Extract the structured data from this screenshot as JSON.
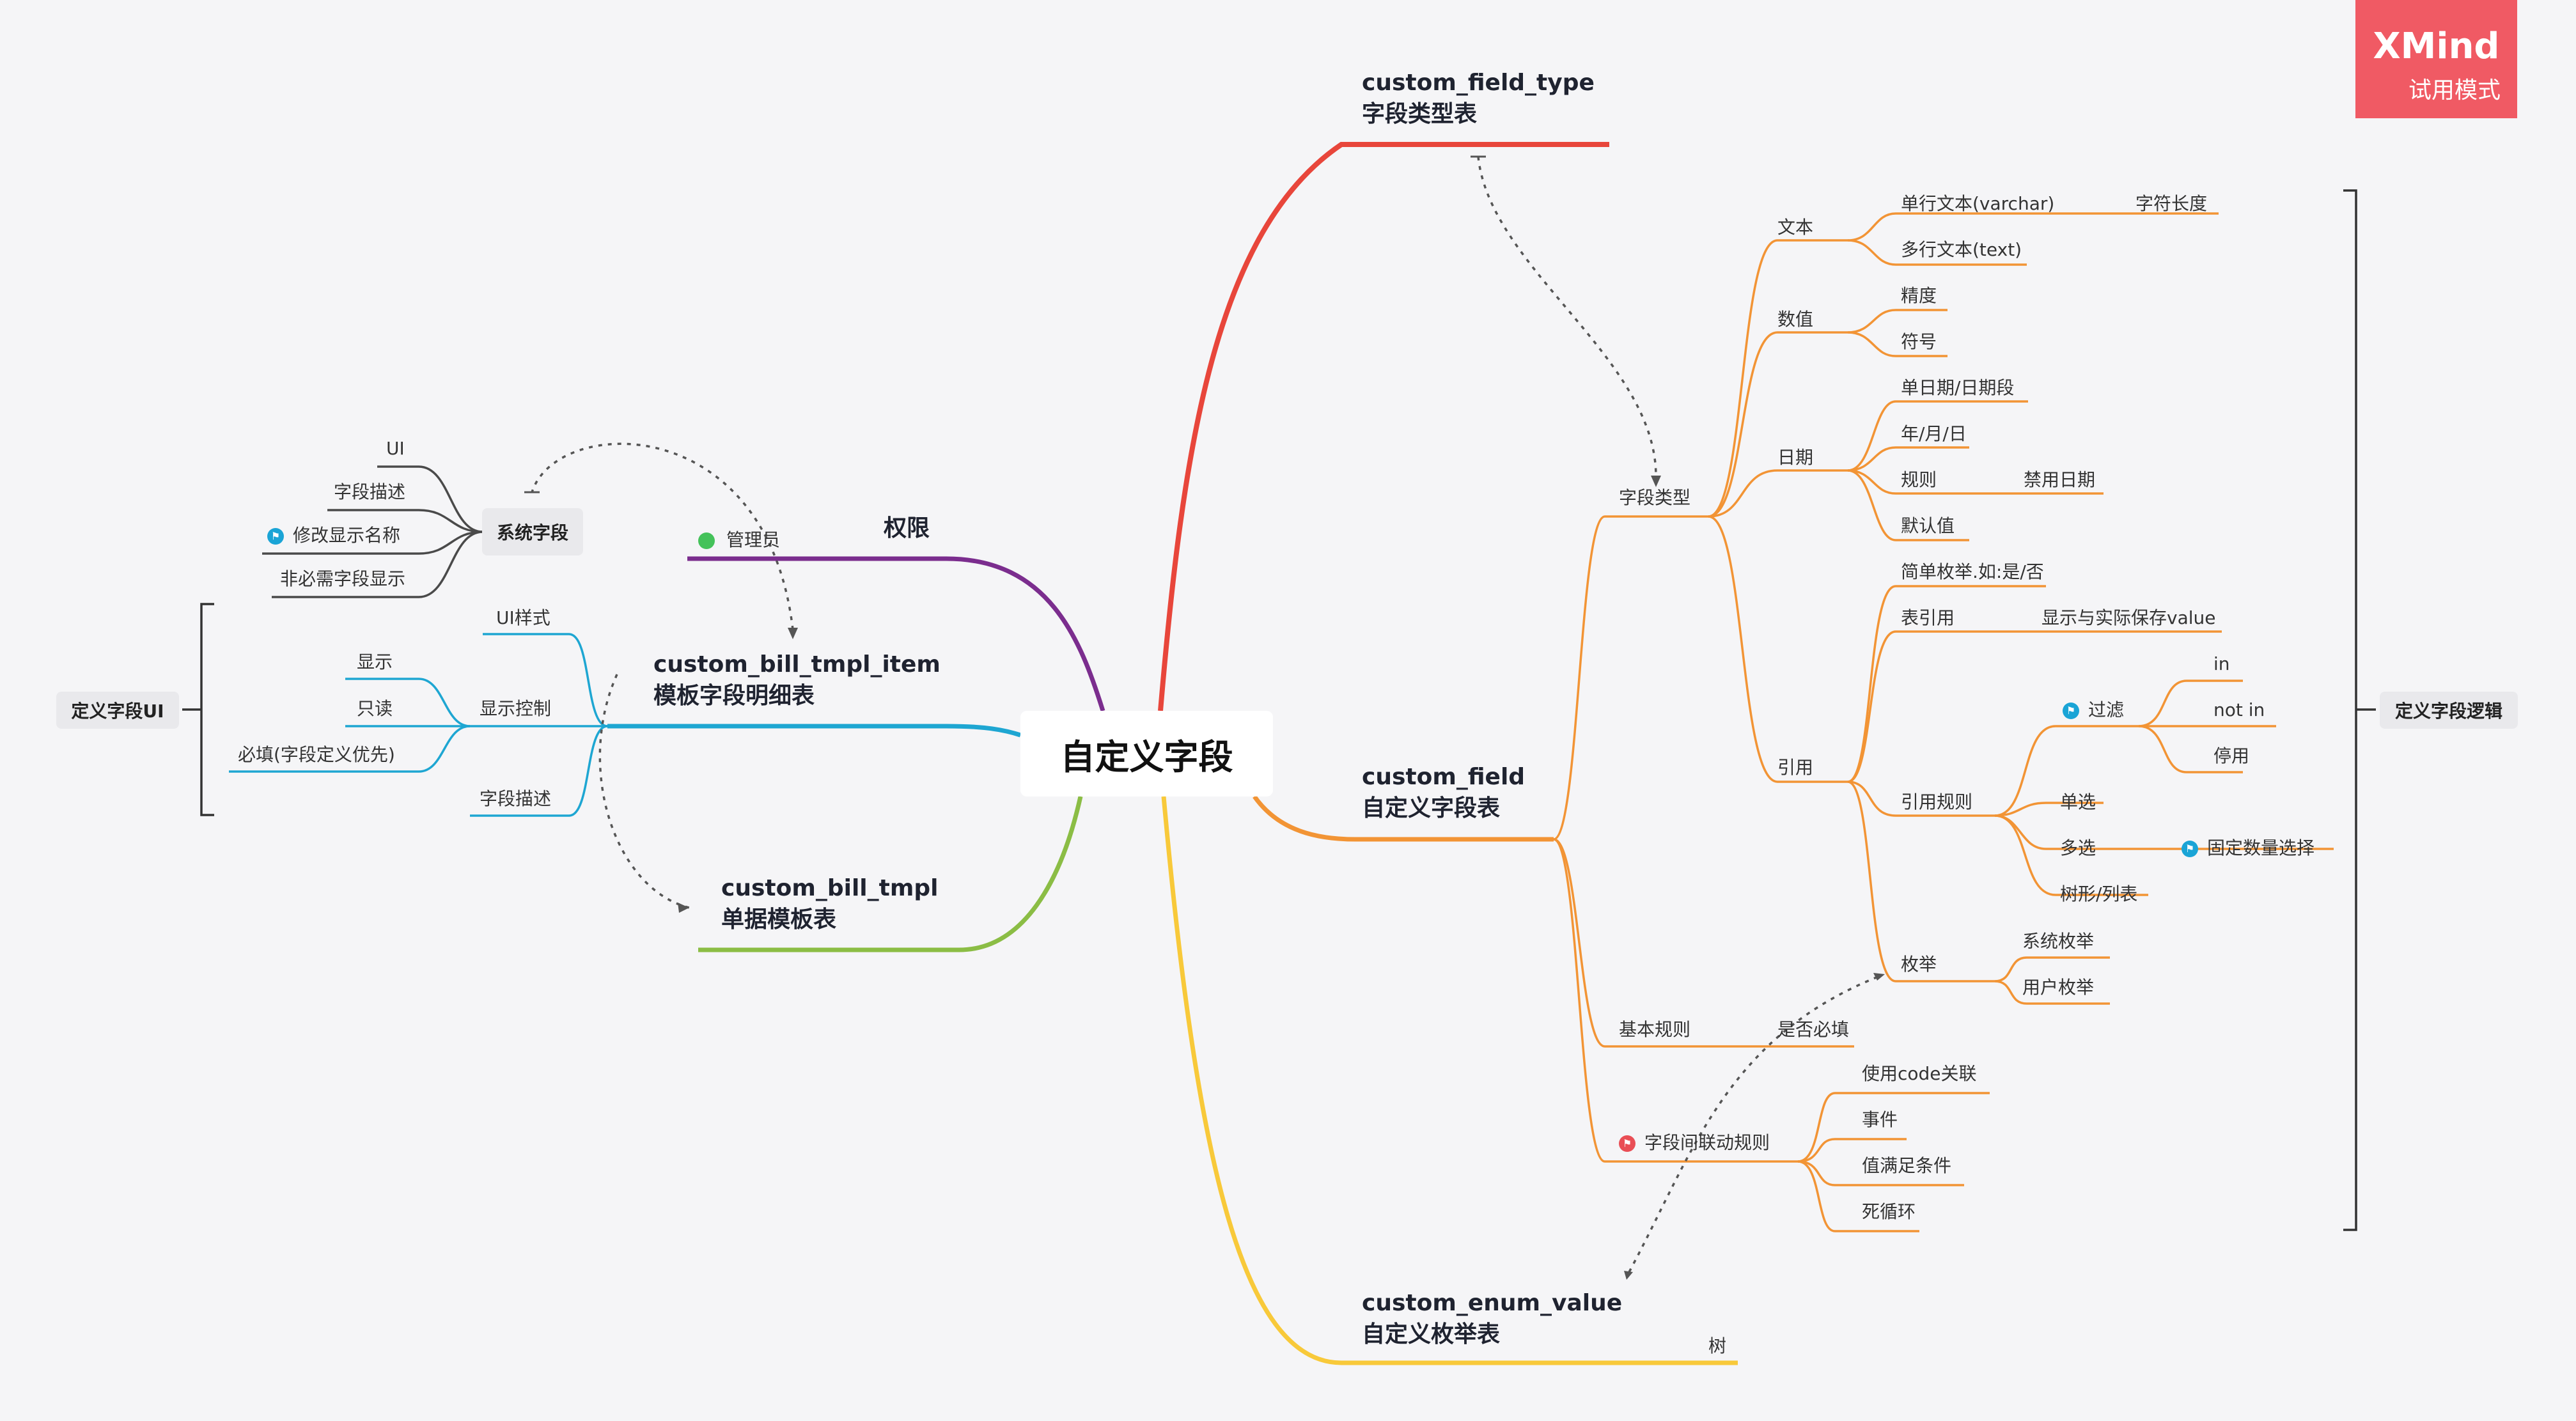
{
  "watermark": {
    "brand": "XMind",
    "mode": "试用模式"
  },
  "central": "自定义字段",
  "colors": {
    "red": "#e8463b",
    "orange": "#f29435",
    "yellow": "#f8c93a",
    "purple": "#7b2d8e",
    "blue": "#1ea6d2",
    "green": "#8bbd45",
    "dark": "#4a4a4a",
    "flag_red": "#e94e55",
    "flag_blue": "#1aa4d6",
    "dot_green": "#44c25a"
  },
  "branches": {
    "field_type": {
      "name": "custom_field_type",
      "cn": "字段类型表"
    },
    "field": {
      "name": "custom_field",
      "cn": "自定义字段表"
    },
    "enum": {
      "name": "custom_enum_value",
      "cn": "自定义枚举表",
      "child": "树"
    },
    "permission": {
      "label": "权限",
      "child": "管理员"
    },
    "tmpl_item": {
      "name": "custom_bill_tmpl_item",
      "cn": "模板字段明细表"
    },
    "tmpl": {
      "name": "custom_bill_tmpl",
      "cn": "单据模板表"
    }
  },
  "field_tree": {
    "field_type": "字段类型",
    "text": "文本",
    "single_line": "单行文本(varchar)",
    "char_length": "字符长度",
    "multi_line": "多行文本(text)",
    "number": "数值",
    "precision": "精度",
    "sign": "符号",
    "date": "日期",
    "single_date": "单日期/日期段",
    "ymd": "年/月/日",
    "rule": "规则",
    "disabled_date": "禁用日期",
    "default_value": "默认值",
    "reference": "引用",
    "simple_enum": "简单枚举.如:是/否",
    "table_ref": "表引用",
    "display_save": "显示与实际保存value",
    "filter": "过滤",
    "in": "in",
    "not_in": "not in",
    "disable": "停用",
    "ref_rule": "引用规则",
    "single_select": "单选",
    "multi_select": "多选",
    "fixed_count": "固定数量选择",
    "tree_list": "树形/列表",
    "enum": "枚举",
    "system_enum": "系统枚举",
    "user_enum": "用户枚举",
    "basic_rule": "基本规则",
    "required": "是否必填",
    "linkage": "字段间联动规则",
    "use_code": "使用code关联",
    "event": "事件",
    "condition": "值满足条件",
    "dead_loop": "死循环"
  },
  "logic_label": "定义字段逻辑",
  "ui_label": "定义字段UI",
  "system_fields": {
    "label": "系统字段",
    "items": [
      "UI",
      "字段描述",
      "修改显示名称",
      "非必需字段显示"
    ]
  },
  "tmpl_item_children": {
    "ui_style": "UI样式",
    "display_control": "显示控制",
    "show": "显示",
    "readonly": "只读",
    "required_field": "必填(字段定义优先)",
    "description": "字段描述"
  }
}
